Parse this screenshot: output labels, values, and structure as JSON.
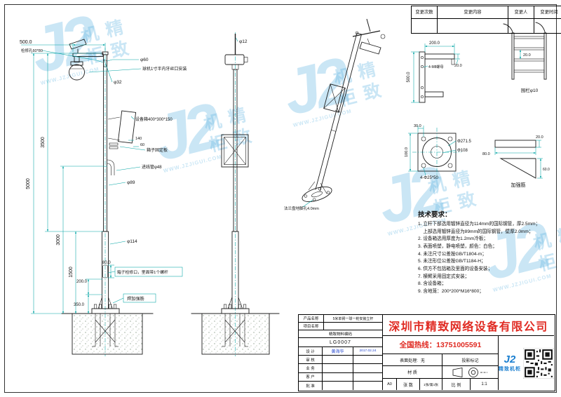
{
  "watermark": {
    "logo": "J2",
    "text": "精致机柜",
    "url": "WWW.JZJIGUI.COM"
  },
  "revision_table": {
    "count": "变更次数",
    "content": "变更内容",
    "person": "变更人",
    "time": "变更时间"
  },
  "front_view": {
    "arm_length": "500.0",
    "hole_note": "检修孔60*80",
    "dia_top": "φ60",
    "dome_note": "球机1寸半内牙丝口安装",
    "dia_arm": "φ32",
    "h_upper": "3500",
    "h_total": "5000",
    "box_note": "设备箱400*300*150",
    "dim_140": "140",
    "dim_60": "60",
    "plate_note": "箱子固定板",
    "conduit_note": "进线管φ48",
    "dia_mid": "φ89",
    "h_box": "3000",
    "dia_low": "φ114",
    "h_lower": "1500",
    "dim_80": "80.0",
    "access_note": "箱子检修口，里面带1个螺杆",
    "dim_200": "200.0",
    "weld_note": "焊加强筋",
    "dim_350": "350.0"
  },
  "side_view": {
    "dia_rod": "φ12"
  },
  "iso_view": {
    "flange_note": "法兰盘地脚孔4.0mm"
  },
  "bracket_detail": {
    "dim_width": "200.0",
    "dim_height": "500.0",
    "bolt_note": "4-M8螺母",
    "dim_thick": "20.0"
  },
  "fence_detail": {
    "dim_gap": "20.0",
    "label": "围栏φ10"
  },
  "flange_detail": {
    "dim_corner": "30.0",
    "dim_side": "100.0",
    "dia_outer": "Φ271.5",
    "dia_inner": "Φ108",
    "holes_note": "4-Φ25*50"
  },
  "rib_detail": {
    "dim_w": "80.0",
    "dim_t": "20.0",
    "dim_h": "60.0",
    "label": "加强筋"
  },
  "tech_requirements": {
    "title": "技术要求：",
    "items": [
      "1. 立杆下部选用镀锌直径为114mm的国际钢管，厚2.5mm；",
      "    上部选用镀锌直径为89mm的国际钢管，壁厚2.0mm；",
      "2. 设备箱选用厚度为1.2mm冷板；",
      "3. 表面喷塑，静电喷塑，颜色：白色；",
      "4. 未注尺寸公差按GB/T1804-m；",
      "5. 未注形位公差按GB/T1184-H；",
      "6. 供方不包括箱及里面的设备安装；",
      "7. 横臂采用固定式安装；",
      "8. 含设备箱；",
      "9. 含地笼：200*200*M16*800；"
    ]
  },
  "title_block": {
    "product_label": "产品名称",
    "product_value": "5米单臂一球一枪安装立杆",
    "project_label": "项目名称",
    "project_value": "",
    "code_label": "精致物料编码",
    "code_value": "LG0007",
    "company": "深圳市精致网络设备有限公司",
    "hotline": "全国热线：13751005591",
    "sign_rows": [
      {
        "label": "设 计",
        "name": "黄海华",
        "date": "2017.02.24"
      },
      {
        "label": "审 核",
        "name": "",
        "date": ""
      },
      {
        "label": "业 务",
        "name": "",
        "date": ""
      },
      {
        "label": "客 户",
        "name": "",
        "date": ""
      },
      {
        "label": "批 准",
        "name": "",
        "date": ""
      }
    ],
    "surface_label": "表面处理:",
    "surface_value": "无",
    "projection_label": "投影标记",
    "material_label": "材 质",
    "size_value": "A0",
    "sheets_label": "张 数",
    "sheets_value": "1张/第1张",
    "scale_label": "比 例",
    "scale_value": "1:1",
    "logo_mark": "J2",
    "logo_text": "精致机柜"
  }
}
